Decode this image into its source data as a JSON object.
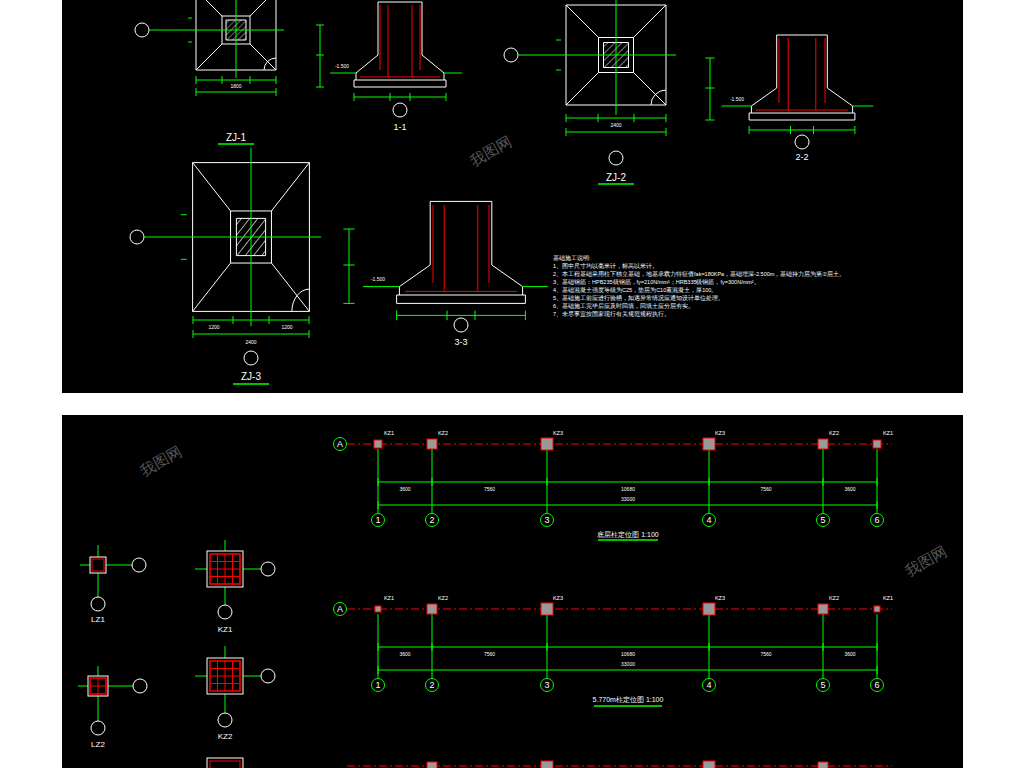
{
  "diagram": {
    "nodes": [
      {
        "text": [
          "A"
        ]
      },
      {
        "text": [
          "1"
        ]
      },
      {
        "text": [
          "2"
        ]
      },
      {
        "text": [
          "3"
        ]
      },
      {
        "text": [
          "4"
        ]
      },
      {
        "text": [
          "5"
        ]
      },
      {
        "text": [
          "6"
        ]
      },
      {
        "text": [
          "A"
        ]
      },
      {
        "text": [
          "1"
        ]
      },
      {
        "text": [
          "2"
        ]
      },
      {
        "text": [
          "3"
        ]
      },
      {
        "text": [
          "4"
        ]
      },
      {
        "text": [
          "5"
        ]
      },
      {
        "text": [
          "6"
        ]
      }
    ],
    "labels": [
      "ZJ-1",
      "1800",
      "1-1",
      "ZJ-2",
      "2400",
      "2-2",
      "ZJ-3",
      "1200",
      "1200",
      "2400",
      "3-3",
      "-1.500",
      "-1.500",
      "-1.500",
      "基础施工说明:",
      "1、图中尺寸均以毫米计，标高以米计。",
      "2、本工程基础采用柱下独立基础，地基承载力特征值fak=180KPa，基础埋深-2.500m，基础持力层为第②层土。",
      "3、基础钢筋：HPB235级钢筋，fy=210N/mm²；HRB335级钢筋，fy=300N/mm²。",
      "4、基础混凝土强度等级为C25，垫层为C10素混凝土，厚100。",
      "5、基础施工前应进行验槽，如遇异常情况应通知设计单位处理。",
      "6、基础施工完毕后应及时回填，回填土应分层夯实。",
      "7、未尽事宜按国家现行有关规范规程执行。",
      "KZ1",
      "KZ2",
      "KZ3",
      "KZ3",
      "KZ2",
      "KZ1",
      "3600",
      "7560",
      "10680",
      "7560",
      "3600",
      "33000",
      "底层柱定位图 1:100",
      "KZ1",
      "KZ2",
      "KZ3",
      "KZ3",
      "KZ2",
      "KZ1",
      "3600",
      "7560",
      "10680",
      "7560",
      "3600",
      "33000",
      "5.770m柱定位图 1:100",
      "LZ1",
      "KZ1",
      "LZ2",
      "KZ2",
      "我图网",
      "我图网",
      "我图网"
    ]
  }
}
